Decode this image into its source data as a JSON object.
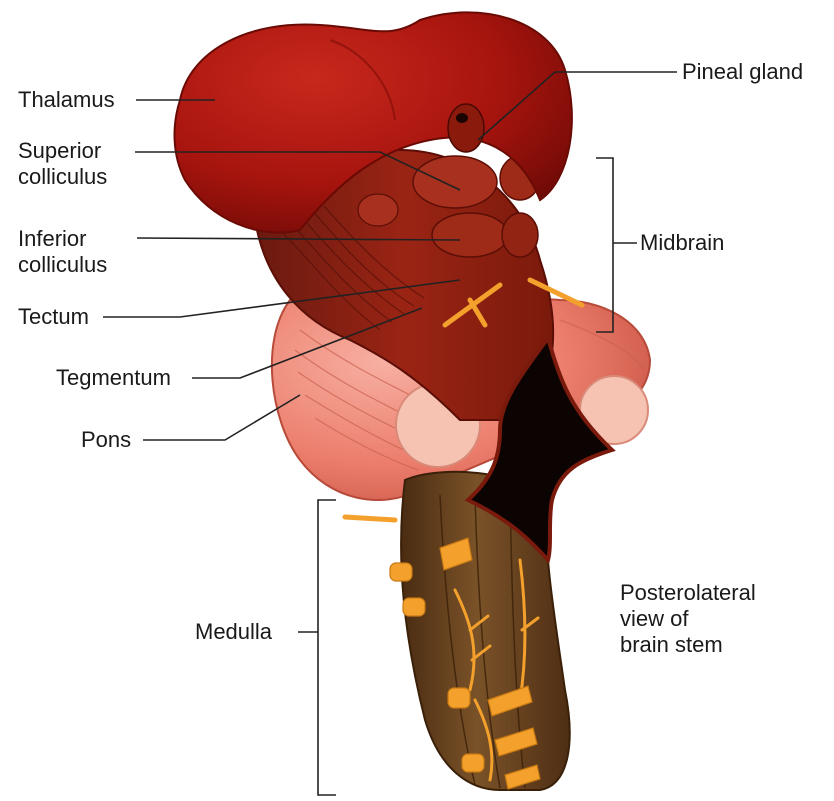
{
  "diagram": {
    "labels": {
      "thalamus": "Thalamus",
      "pineal_gland": "Pineal gland",
      "superior_colliculus": "Superior\ncolliculus",
      "inferior_colliculus": "Inferior\ncolliculus",
      "midbrain": "Midbrain",
      "tectum": "Tectum",
      "tegmentum": "Tegmentum",
      "pons": "Pons",
      "medulla": "Medulla",
      "caption": "Posterolateral\nview of\nbrain stem"
    },
    "colors": {
      "thalamus": "#a6140e",
      "midbrain": "#8a1e10",
      "pons": "#ee8a7a",
      "pons_cut": "#f6c3b3",
      "medulla": "#6b4420",
      "nerve": "#f3a02c",
      "ventricle": "#0c0303",
      "leader": "#222222"
    }
  }
}
